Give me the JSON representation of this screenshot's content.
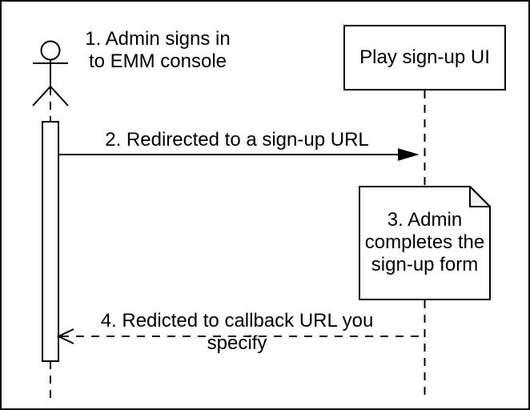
{
  "diagram": {
    "kind": "uml-sequence-diagram",
    "colors": {
      "stroke": "#000000",
      "background": "#ffffff",
      "text": "#000000",
      "note_fold": "#f2f2f2",
      "shape_fill": "#ffffff"
    },
    "actor": {
      "icon": "stick-figure",
      "step_label": "1. Admin signs in\nto EMM console"
    },
    "participant": {
      "label": "Play sign-up UI"
    },
    "messages": {
      "step2": {
        "label": "2. Redirected to a sign-up URL",
        "style": "solid",
        "direction": "right",
        "arrowhead": "filled-triangle"
      },
      "step4": {
        "label": "4. Redicted to callback URL you specify",
        "style": "dashed",
        "direction": "left",
        "arrowhead": "open"
      }
    },
    "note": {
      "icon": "document-dog-ear",
      "label": "3. Admin\ncompletes the\nsign-up form"
    }
  }
}
